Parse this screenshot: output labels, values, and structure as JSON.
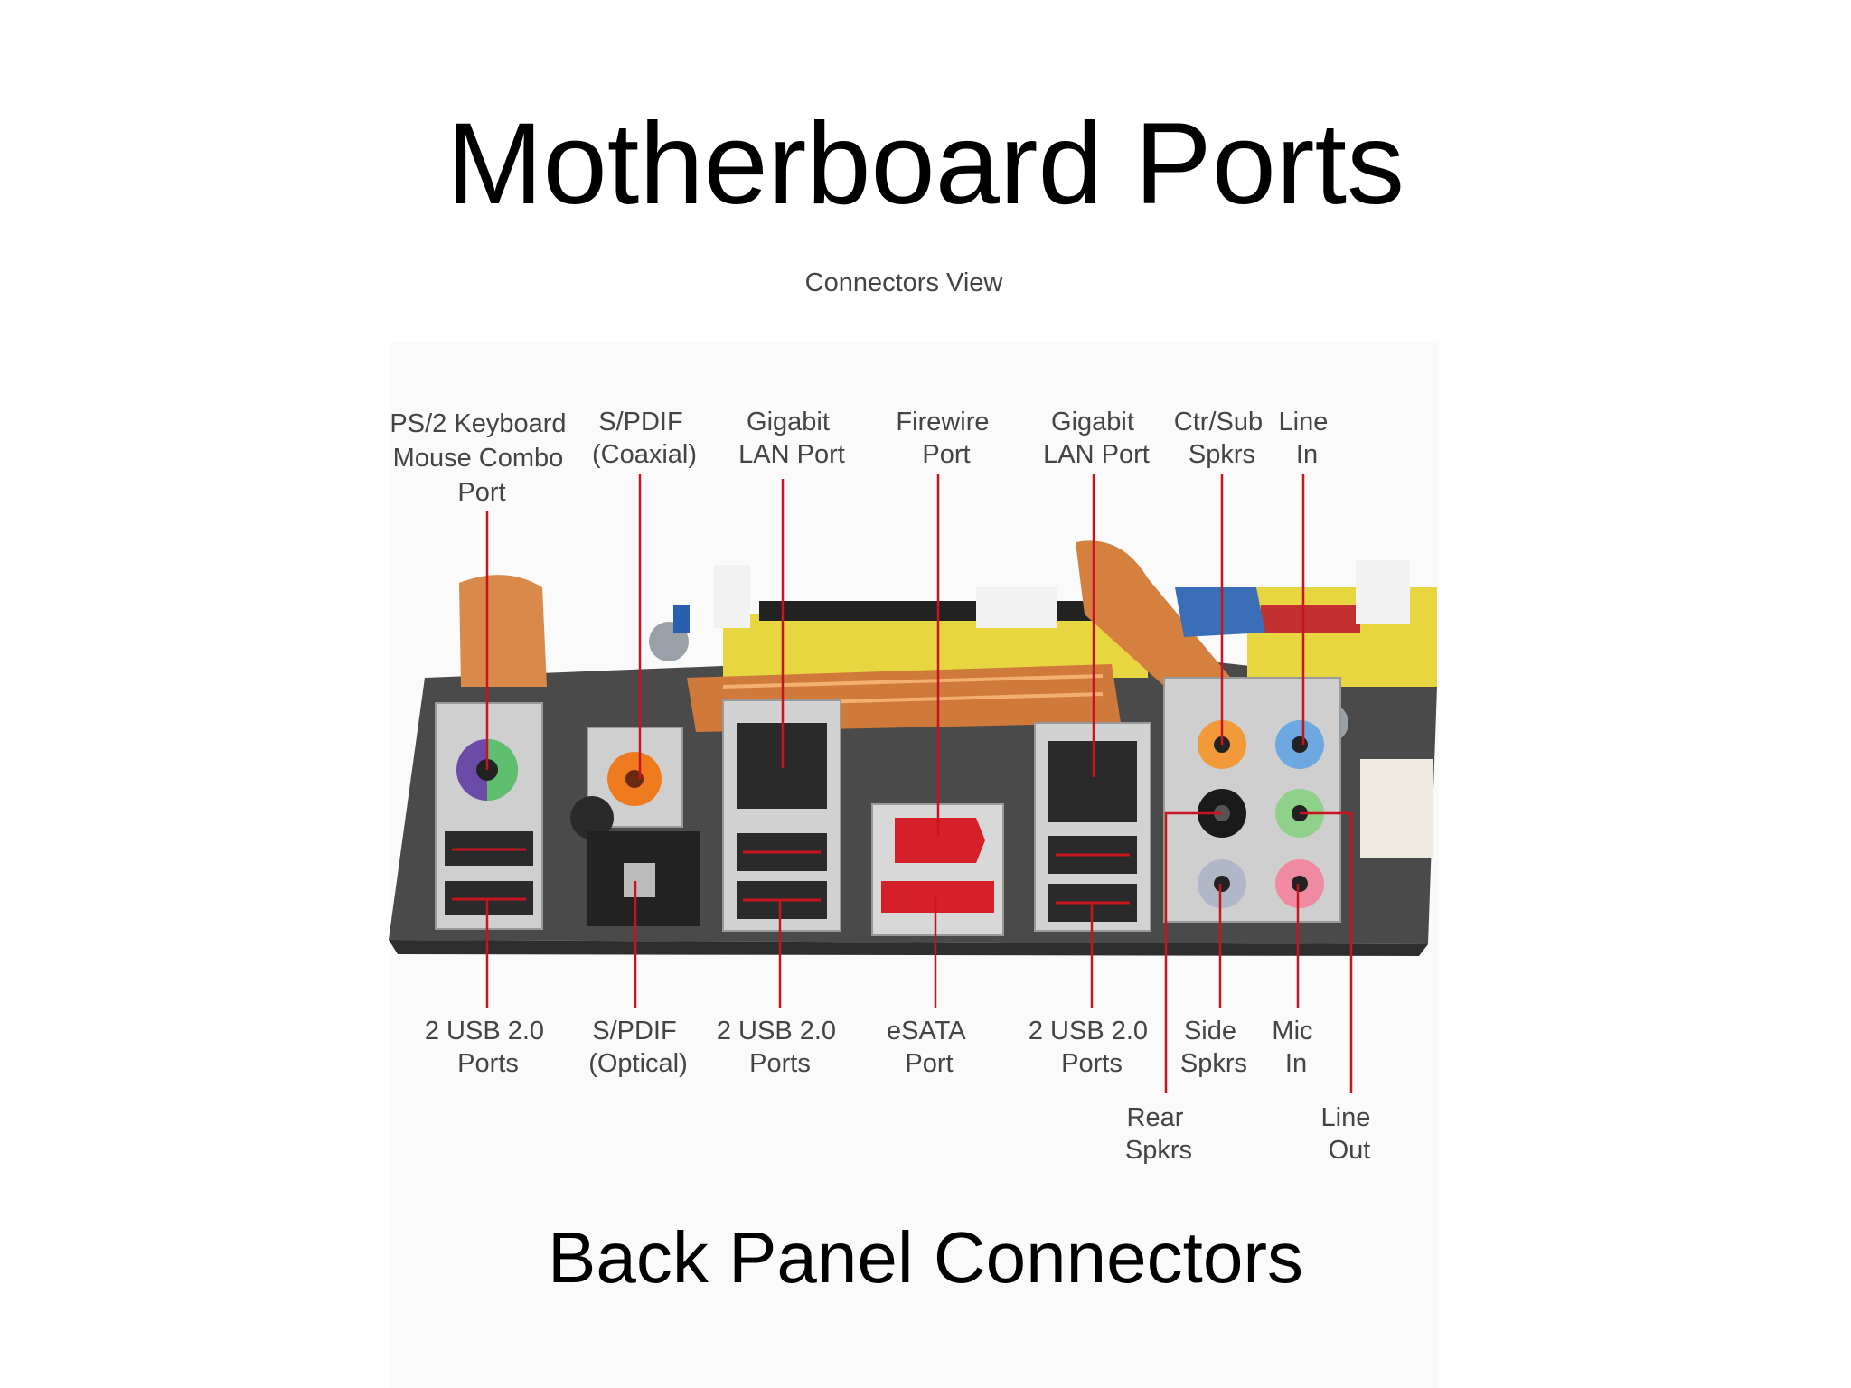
{
  "title": "Motherboard Ports",
  "subtitle": "Connectors View",
  "footer": "Back Panel Connectors",
  "top_labels": [
    {
      "lines": [
        "PS/2 Keyboard",
        "Mouse Combo",
        "Port"
      ]
    },
    {
      "lines": [
        "S/PDIF",
        "(Coaxial)"
      ]
    },
    {
      "lines": [
        "Gigabit",
        "LAN Port"
      ]
    },
    {
      "lines": [
        "Firewire",
        "Port"
      ]
    },
    {
      "lines": [
        "Gigabit",
        "LAN Port"
      ]
    },
    {
      "lines": [
        "Ctr/Sub",
        "Spkrs"
      ]
    },
    {
      "lines": [
        "Line",
        "In"
      ]
    }
  ],
  "bottom_labels": [
    {
      "lines": [
        "2 USB 2.0",
        "Ports"
      ]
    },
    {
      "lines": [
        "S/PDIF",
        "(Optical)"
      ]
    },
    {
      "lines": [
        "2 USB 2.0",
        "Ports"
      ]
    },
    {
      "lines": [
        "eSATA",
        "Port"
      ]
    },
    {
      "lines": [
        "2 USB 2.0",
        "Ports"
      ]
    },
    {
      "lines": [
        "Side",
        "Spkrs"
      ]
    },
    {
      "lines": [
        "Mic",
        "In"
      ]
    },
    {
      "lines": [
        "Rear",
        "Spkrs"
      ]
    },
    {
      "lines": [
        "Line",
        "Out"
      ]
    }
  ],
  "colors": {
    "leader": "#c8141e",
    "ps2": "#6a4ca8",
    "coax": "#f07a1e",
    "firewire_esata": "#d6202a",
    "audio_orange": "#f29a3a",
    "audio_blue": "#6ea8e0",
    "audio_black": "#1a1a1a",
    "audio_green": "#8fd18a",
    "audio_grey": "#b0b8c8",
    "audio_pink": "#f08aa0"
  }
}
